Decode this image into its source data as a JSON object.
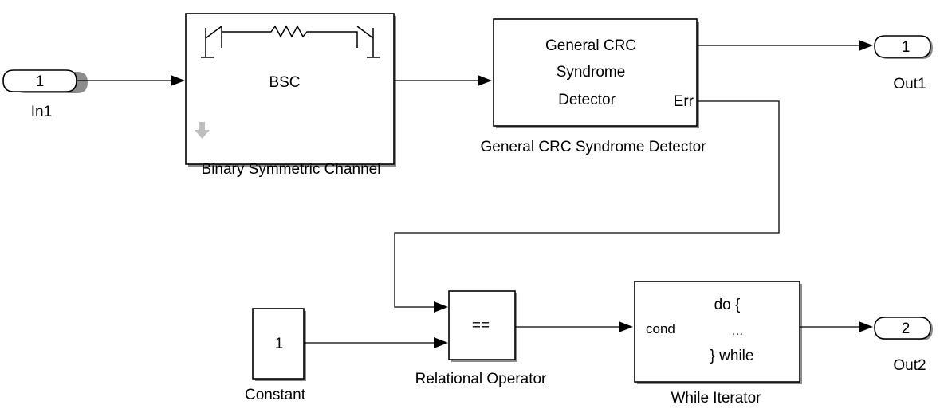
{
  "colors": {
    "background": "#ffffff",
    "block_fill": "#ffffff",
    "stroke": "#000000",
    "shadow": "#8c8c8c",
    "mask_arrow": "#bfbfbf"
  },
  "blocks": {
    "in1": {
      "number": "1",
      "label": "In1"
    },
    "bsc": {
      "text": "BSC",
      "label": "Binary Symmetric Channel",
      "icon": "channel-resistor-icon"
    },
    "crc": {
      "text_lines": [
        "General CRC",
        "Syndrome",
        "Detector"
      ],
      "port_label": "Err",
      "label": "General CRC Syndrome Detector"
    },
    "out1": {
      "number": "1",
      "label": "Out1"
    },
    "constant": {
      "value": "1",
      "label": "Constant"
    },
    "relop": {
      "operator": "==",
      "label": "Relational Operator"
    },
    "while": {
      "line1": "do {",
      "port_label": "cond",
      "line2": "...",
      "line3": "} while",
      "label": "While Iterator"
    },
    "out2": {
      "number": "2",
      "label": "Out2"
    }
  }
}
